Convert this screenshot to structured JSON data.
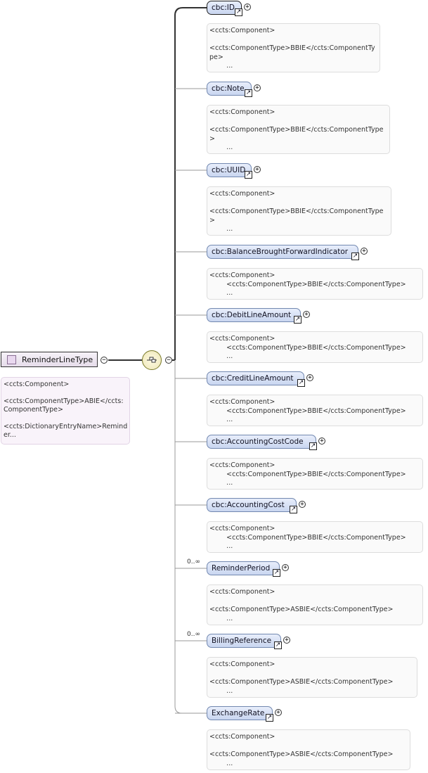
{
  "root": {
    "label": "ReminderLineType",
    "doc": "<ccts:Component>\n\n<ccts:ComponentType>ABIE</ccts:\nComponentType>\n\n<ccts:DictionaryEntryName>Remind\ner..."
  },
  "toggles": {
    "expanded": "−",
    "collapsed": "+"
  },
  "ref_glyph": "↗",
  "elements": [
    {
      "label": "cbc:ID",
      "cardinality": "",
      "doc": "<ccts:Component>\n\n<ccts:ComponentType>BBIE</ccts:ComponentTy\npe>\n        ..."
    },
    {
      "label": "cbc:Note",
      "cardinality": "",
      "doc": "<ccts:Component>\n\n<ccts:ComponentType>BBIE</ccts:ComponentType\n>\n        ..."
    },
    {
      "label": "cbc:UUID",
      "cardinality": "",
      "doc": "<ccts:Component>\n\n<ccts:ComponentType>BBIE</ccts:ComponentType\n>\n        ..."
    },
    {
      "label": "cbc:BalanceBroughtForwardIndicator",
      "cardinality": "",
      "doc": "<ccts:Component>\n        <ccts:ComponentType>BBIE</ccts:ComponentType>\n        ..."
    },
    {
      "label": "cbc:DebitLineAmount",
      "cardinality": "",
      "doc": "<ccts:Component>\n        <ccts:ComponentType>BBIE</ccts:ComponentType>\n        ..."
    },
    {
      "label": "cbc:CreditLineAmount",
      "cardinality": "",
      "doc": "<ccts:Component>\n        <ccts:ComponentType>BBIE</ccts:ComponentType>\n        ..."
    },
    {
      "label": "cbc:AccountingCostCode",
      "cardinality": "",
      "doc": "<ccts:Component>\n        <ccts:ComponentType>BBIE</ccts:ComponentType>\n        ..."
    },
    {
      "label": "cbc:AccountingCost",
      "cardinality": "",
      "doc": "<ccts:Component>\n        <ccts:ComponentType>BBIE</ccts:ComponentType>\n        ..."
    },
    {
      "label": "ReminderPeriod",
      "cardinality": "0..∞",
      "doc": "<ccts:Component>\n\n<ccts:ComponentType>ASBIE</ccts:ComponentType>\n        ..."
    },
    {
      "label": "BillingReference",
      "cardinality": "0..∞",
      "doc": "<ccts:Component>\n\n<ccts:ComponentType>ASBIE</ccts:ComponentType>\n        ..."
    },
    {
      "label": "ExchangeRate",
      "cardinality": "",
      "doc": "<ccts:Component>\n\n<ccts:ComponentType>ASBIE</ccts:ComponentType>\n        ..."
    }
  ]
}
